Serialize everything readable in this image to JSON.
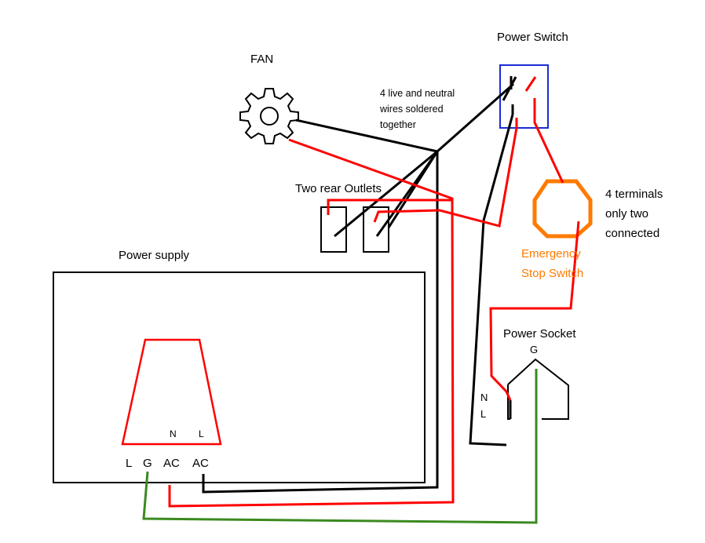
{
  "colors": {
    "live_wire": "#ff0000",
    "neutral_wire": "#000000",
    "ground_wire": "#3a8a1f",
    "switch_box": "#1a2bd6",
    "emergency_stop": "#ff7a00"
  },
  "labels": {
    "power_switch": "Power Switch",
    "fan": "FAN",
    "solder_note_1": "4 live and neutral",
    "solder_note_2": "wires soldered",
    "solder_note_3": "together",
    "rear_outlets": "Two rear Outlets",
    "terminals_note_1": "4 terminals",
    "terminals_note_2": "only two",
    "terminals_note_3": "connected",
    "emergency_1": "Emergency",
    "emergency_2": "Stop Switch",
    "power_supply": "Power supply",
    "psu_n": "N",
    "psu_l_upper": "L",
    "psu_term_l": "L",
    "psu_term_g": "G",
    "psu_term_ac1": "AC",
    "psu_term_ac2": "AC",
    "power_socket": "Power Socket",
    "socket_g": "G",
    "socket_n": "N",
    "socket_l": "L"
  },
  "icons": {
    "fan": "gear-icon",
    "emergency_stop": "octagon-icon"
  }
}
